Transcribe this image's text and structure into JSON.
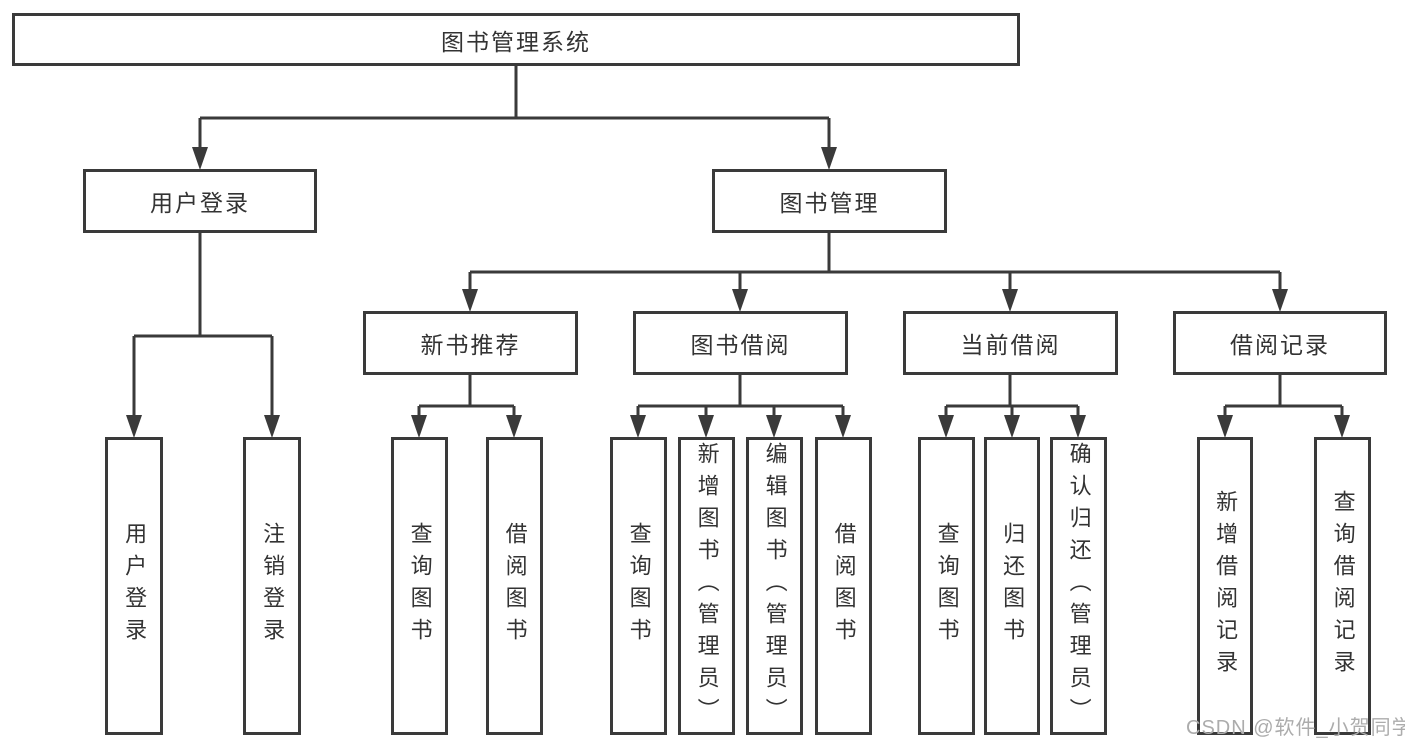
{
  "diagram": {
    "title": "图书管理系统",
    "tree": {
      "root": "图书管理系统",
      "branches": [
        {
          "label": "用户登录",
          "leaves": [
            "用户登录",
            "注销登录"
          ]
        },
        {
          "label": "图书管理",
          "children": [
            {
              "label": "新书推荐",
              "leaves": [
                "查询图书",
                "借阅图书"
              ]
            },
            {
              "label": "图书借阅",
              "leaves": [
                "查询图书",
                "新增图书（管理员）",
                "编辑图书（管理员）",
                "借阅图书"
              ]
            },
            {
              "label": "当前借阅",
              "leaves": [
                "查询图书",
                "归还图书",
                "确认归还（管理员）"
              ]
            },
            {
              "label": "借阅记录",
              "leaves": [
                "新增借阅记录",
                "查询借阅记录"
              ]
            }
          ]
        }
      ]
    },
    "colors": {
      "line": "#3a3a3a",
      "text": "#333333",
      "background": "#ffffff",
      "watermark_color": "#acacac"
    }
  },
  "watermark": "CSDN @软件_小贺同学"
}
